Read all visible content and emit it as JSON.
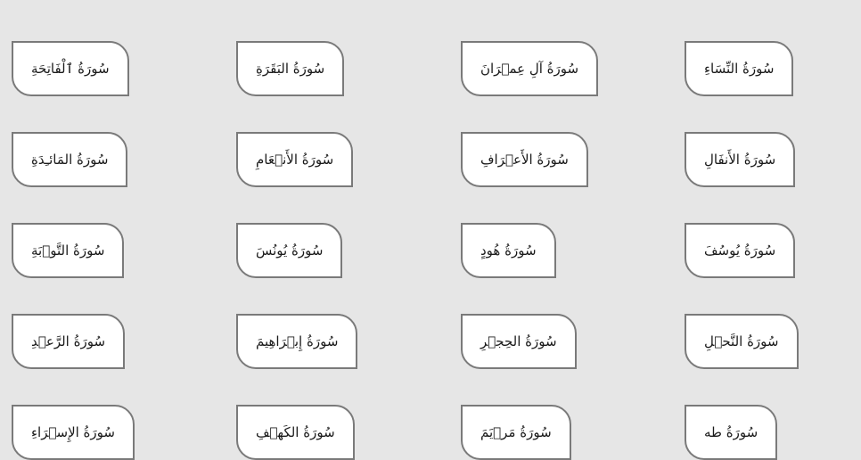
{
  "surahs": [
    "سُورَةُ ٱلْفَاتِحَةِ",
    "سُورَةُ البَقَرَةِ",
    "سُورَةُ آلِ عِمۡرَانَ",
    "سُورَةُ النِّسَاءِ",
    "سُورَةُ المَائـِدَةِ",
    "سُورَةُ الأَنۡعَامِ",
    "سُورَةُ الأَعۡرَافِ",
    "سُورَةُ الأَنفَالِ",
    "سُورَةُ التَّوۡبَةِ",
    "سُورَةُ يُونُسَ",
    "سُورَةُ هُودٍ",
    "سُورَةُ يُوسُفَ",
    "سُورَةُ الرَّعۡدِ",
    "سُورَةُ إِبۡرَاهِيمَ",
    "سُورَةُ الحِجۡرِ",
    "سُورَةُ النَّحۡلِ",
    "سُورَةُ الإِسۡرَاءِ",
    "سُورَةُ الكَهۡفِ",
    "سُورَةُ مَرۡيَمَ",
    "سُورَةُ طه"
  ],
  "colors": {
    "background": "#e6e6e6",
    "card_background": "#ffffff",
    "card_border": "#7a7a7a",
    "text": "#1a1a1a"
  }
}
